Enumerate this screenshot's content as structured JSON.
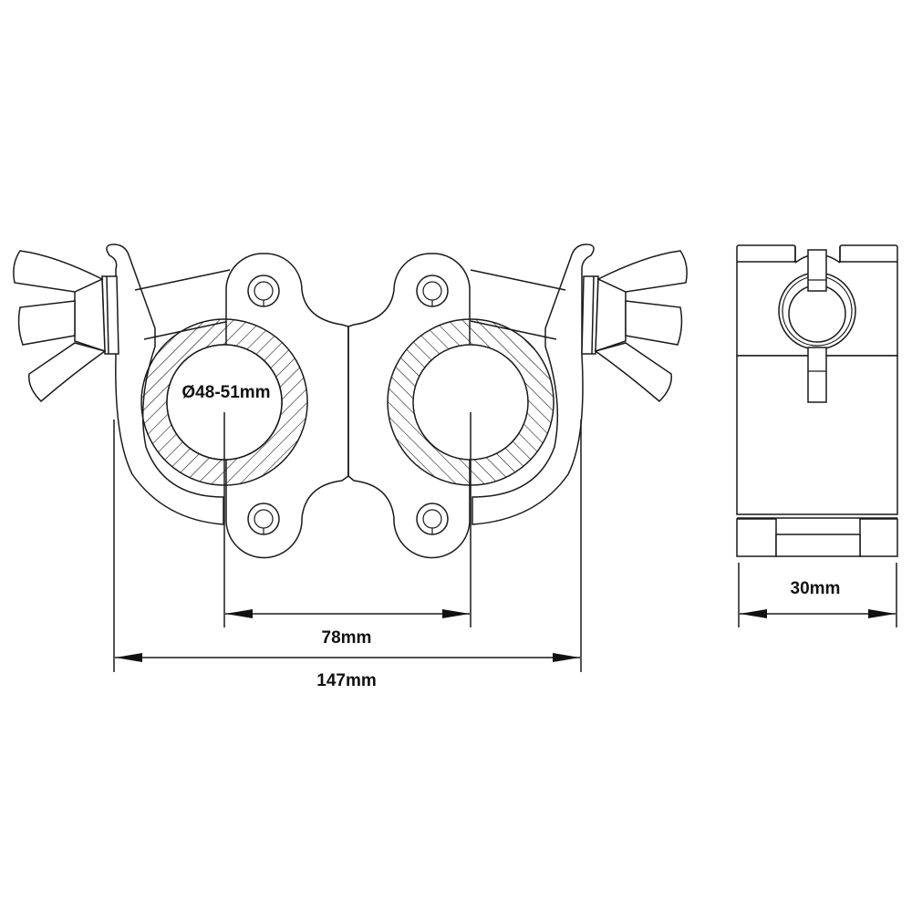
{
  "drawing": {
    "title": "Double coupler clamp technical drawing",
    "views": [
      "front-view",
      "side-view"
    ],
    "colors": {
      "line": "#1a1a1a",
      "background": "#ffffff",
      "text": "#111111"
    }
  },
  "dimensions": {
    "tube_diameter": "Ø48-51mm",
    "center_distance": "78mm",
    "overall_width": "147mm",
    "depth": "30mm"
  }
}
